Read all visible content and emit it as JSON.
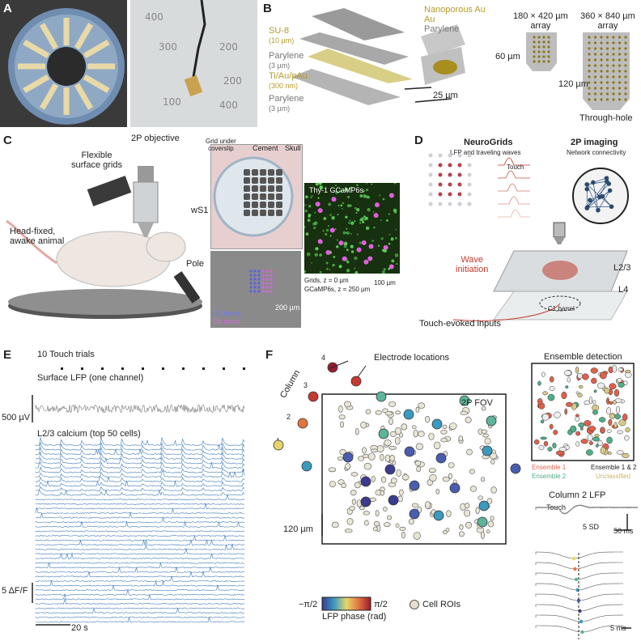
{
  "panels": {
    "A": {
      "letter": "A"
    },
    "B": {
      "letter": "B",
      "layers": [
        {
          "name": "SU-8",
          "thick": "(10 µm)",
          "color": "#b59a2d"
        },
        {
          "name": "Parylene",
          "thick": "(3 µm)",
          "color": "#777777"
        },
        {
          "name": "Ti/Au/pAu",
          "thick": "(300 nm)",
          "color": "#b59a2d"
        },
        {
          "name": "Parylene",
          "thick": "(3 µm)",
          "color": "#777777"
        }
      ],
      "legend": {
        "nano": "Nanoporous Au",
        "au": "Au",
        "parylene": "Parylene"
      },
      "scale_25": "25 µm",
      "array_small": "180 × 420 µm\narray",
      "array_large": "360 × 840 µm\narray",
      "pitch_60": "60 µm",
      "pitch_120": "120 µm",
      "through_hole": "Through-hole"
    },
    "C": {
      "letter": "C",
      "objective": "2P objective",
      "grids": "Flexible\nsurface grids",
      "animal": "Head-fixed,\nawake animal",
      "pole": "Pole",
      "ws1": "wS1",
      "grid_under": "Grid under\ncoverslip",
      "cement": "Cement",
      "skull": "Skull",
      "thy1": "Thy-1 GCaMP6s",
      "depth1": "Grids, z = 0 µm",
      "depth2": "GCaMP6s, z = 250 µm",
      "scale_100": "100 µm",
      "scale_200": "200 µm",
      "c1": "C1 barrel",
      "d1": "D1 barrel"
    },
    "D": {
      "letter": "D",
      "neurogrids": "NeuroGrids",
      "neurogrids_sub": "LFP and traveling waves",
      "imaging": "2P imaging",
      "imaging_sub": "Network connectivity",
      "touch": "Touch",
      "wave": "Wave\ninitiation",
      "l23": "L2/3",
      "l4": "L4",
      "c1": "C1 barrel",
      "inputs": "Touch-evoked inputs"
    },
    "E": {
      "letter": "E",
      "trials": "10 Touch trials",
      "lfp": "Surface LFP (one channel)",
      "lfp_scale": "500 µV",
      "calcium": "L2/3 calcium (top 50 cells)",
      "ca_scale": "5 ΔF/F",
      "time_scale": "20 s"
    },
    "F": {
      "letter": "F",
      "electrode_loc": "Electrode locations",
      "column": "Column",
      "col_nums": [
        "1",
        "2",
        "3",
        "4"
      ],
      "fov": "2P FOV",
      "scale_120": "120 µm",
      "cbar_min": "−π/2",
      "cbar_max": "π/2",
      "cbar_label": "LFP phase (rad)",
      "cell_rois": "Cell ROIs",
      "ensemble_title": "Ensemble detection",
      "ens1": "Ensemble 1",
      "ens2": "Ensemble 2",
      "ens12": "Ensemble 1 & 2",
      "uncl": "Unclassified",
      "col2_lfp": "Column 2 LFP",
      "touch": "Touch",
      "sd": "5 SD",
      "ms50": "50 ms",
      "ms5": "5 ms"
    }
  },
  "colors": {
    "ens1": "#e0614b",
    "ens2": "#4fae86",
    "uncl": "#d8c98a",
    "calcium": "#3f7ab8",
    "wave": "#c0392b"
  }
}
